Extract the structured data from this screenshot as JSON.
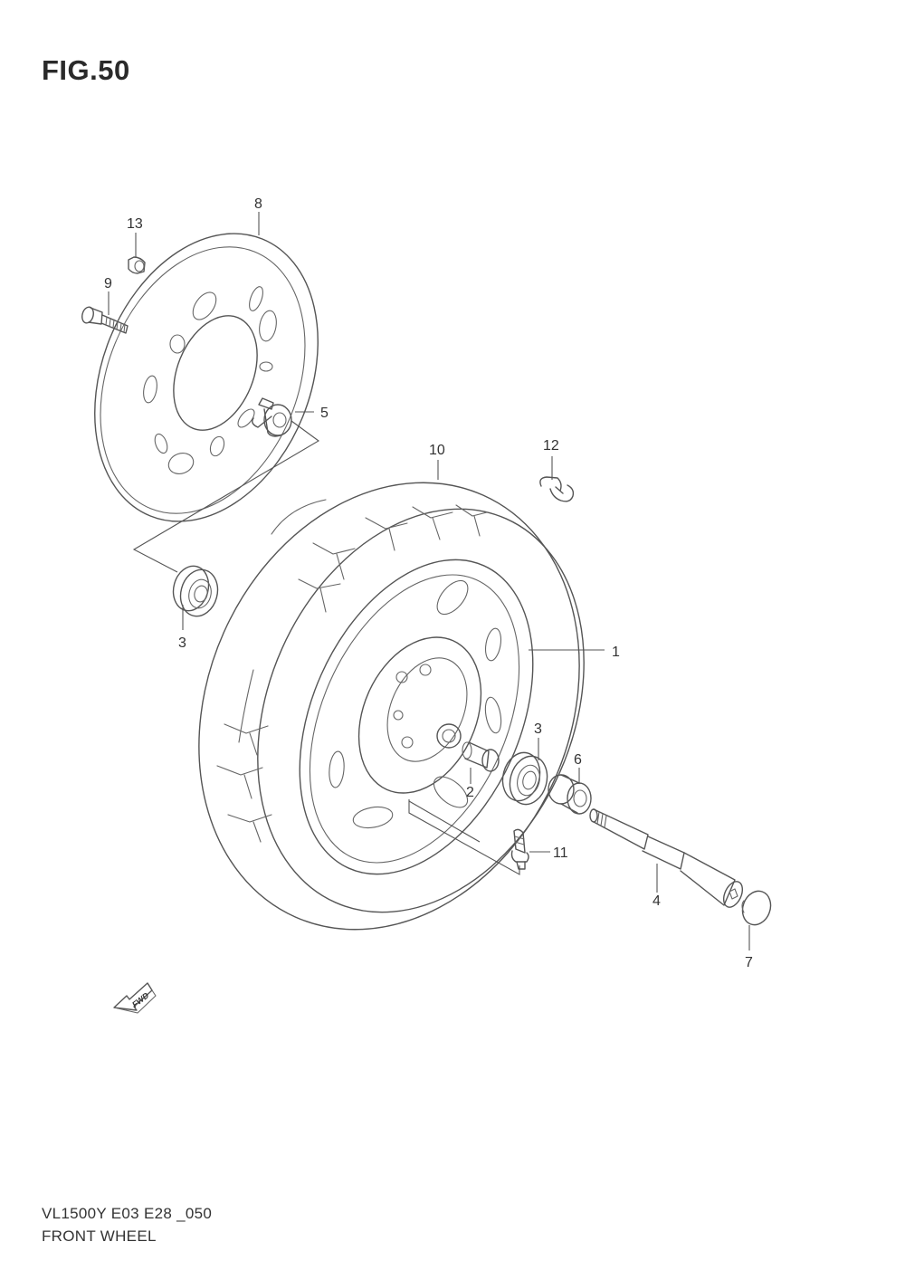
{
  "figure": {
    "title": "FIG.50"
  },
  "footer": {
    "model_code": "VL1500Y  E03  E28 _050",
    "section_name": "FRONT WHEEL"
  },
  "direction_arrow": {
    "label": "FWD"
  },
  "callouts": {
    "c1": "1",
    "c2": "2",
    "c3a": "3",
    "c3b": "3",
    "c4": "4",
    "c5": "5",
    "c6": "6",
    "c7": "7",
    "c8": "8",
    "c9": "9",
    "c10": "10",
    "c11": "11",
    "c12": "12",
    "c13": "13"
  }
}
